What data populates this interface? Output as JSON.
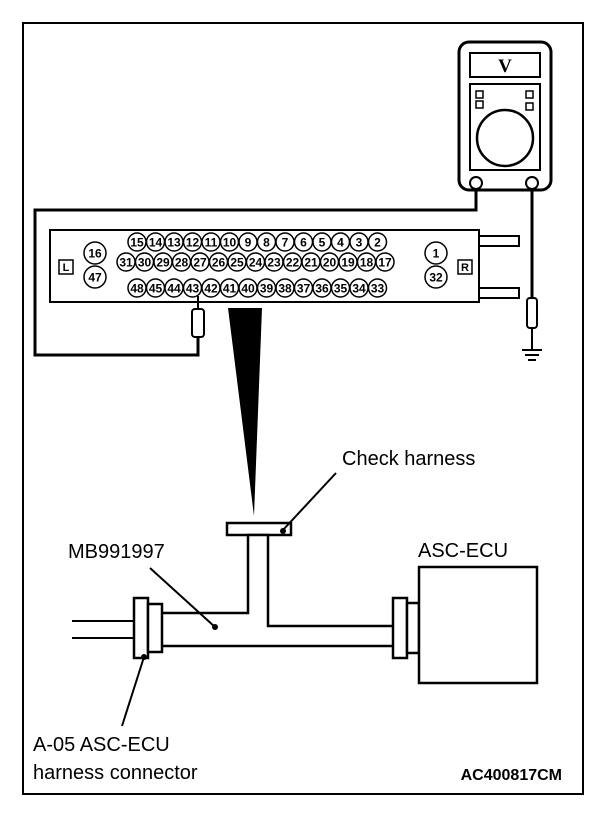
{
  "meter": {
    "display": "V"
  },
  "connector": {
    "left_mark": "L",
    "right_mark": "R",
    "row1": [
      "15",
      "14",
      "13",
      "12",
      "11",
      "10",
      "9",
      "8",
      "7",
      "6",
      "5",
      "4",
      "3",
      "2"
    ],
    "row2": [
      "31",
      "30",
      "29",
      "28",
      "27",
      "26",
      "25",
      "24",
      "23",
      "22",
      "21",
      "20",
      "19",
      "18",
      "17"
    ],
    "row3": [
      "48",
      "45",
      "44",
      "43",
      "42",
      "41",
      "40",
      "39",
      "38",
      "37",
      "36",
      "35",
      "34",
      "33"
    ],
    "left_pins": [
      "16",
      "47"
    ],
    "right_pins": [
      "1",
      "32"
    ]
  },
  "labels": {
    "check_harness": "Check harness",
    "adapter": "MB991997",
    "ecu": "ASC-ECU",
    "connector_line1": "A-05 ASC-ECU",
    "connector_line2": "harness connector",
    "figure_code": "AC400817CM"
  }
}
